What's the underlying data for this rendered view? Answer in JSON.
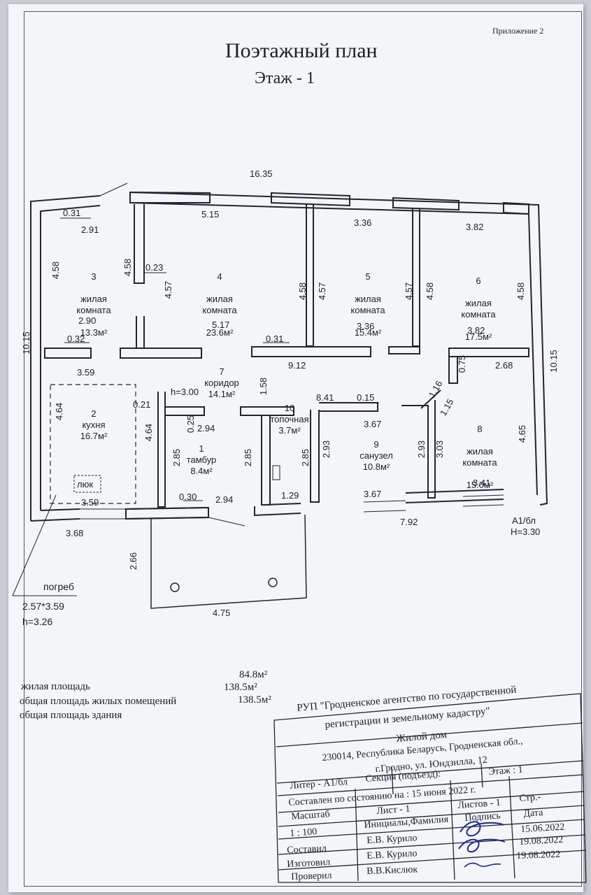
{
  "header": {
    "appendix": "Приложение 2",
    "title": "Поэтажный план",
    "floor": "Этаж  - 1"
  },
  "dimensions": {
    "overall_width": "16.35",
    "overall_height_left": "10.15",
    "overall_height_right": "10.15",
    "d_031_a": "0.31",
    "d_291": "2.91",
    "d_515": "5.15",
    "d_336_top": "3.36",
    "d_382_top": "3.82",
    "d_458_r3": "4.58",
    "d_458_r4a": "4.58",
    "d_023": "0.23",
    "d_457_r4": "4.57",
    "d_458_r4b": "4.58",
    "d_457_r5": "4.57",
    "d_457_r6": "4.57",
    "d_458_r6": "4.58",
    "d_458_right": "4.58",
    "d_290": "2.90",
    "d_517": "5.17",
    "d_336_bot": "3.36",
    "d_382_bot": "3.82",
    "d_032": "0.32",
    "d_031_b": "0.31",
    "d_912": "9.12",
    "d_075": "0.75",
    "d_268": "2.68",
    "d_359_top": "3.59",
    "d_h300": "h=3.00",
    "d_158": "1.58",
    "d_116": "1.16",
    "d_115": "1.15",
    "d_464_a": "4.64",
    "d_021": "0.21",
    "d_464_b": "4.64",
    "d_025": "0.25",
    "d_294_a": "2.94",
    "d_841": "8.41",
    "d_015": "0.15",
    "d_367_top": "3.67",
    "d_285_a": "2.85",
    "d_285_b": "2.85",
    "d_285_c": "2.85",
    "d_293_a": "2.93",
    "d_293_b": "2.93",
    "d_303": "3.03",
    "d_465": "4.65",
    "d_341": "3.41",
    "d_359_bot": "3.59",
    "d_030": "0.30",
    "d_294_b": "2.94",
    "d_129": "1.29",
    "d_367_bot": "3.67",
    "d_368": "3.68",
    "d_792": "7.92",
    "d_266": "2.66",
    "d_475": "4.75",
    "litera": "А1/бл",
    "height": "H=3.30"
  },
  "rooms": [
    {
      "num": "1",
      "name": "тамбур",
      "area": "8.4м²"
    },
    {
      "num": "2",
      "name": "кухня",
      "area": "16.7м²"
    },
    {
      "num": "3",
      "name": "жилая\nкомната",
      "area": "13.3м²"
    },
    {
      "num": "4",
      "name": "жилая\nкомната",
      "area": "23.6м²"
    },
    {
      "num": "5",
      "name": "жилая\nкомната",
      "area": "15.4м²"
    },
    {
      "num": "6",
      "name": "жилая\nкомната",
      "area": "17.5м²"
    },
    {
      "num": "7",
      "name": "коридор",
      "area": "14.1м²"
    },
    {
      "num": "8",
      "name": "жилая\nкомната",
      "area": "15.0м²"
    },
    {
      "num": "9",
      "name": "санузел",
      "area": "10.8м²"
    },
    {
      "num": "10",
      "name": "топочная",
      "area": "3.7м²"
    }
  ],
  "hatch_label": "люк",
  "cellar": {
    "label": "погреб",
    "size": "2.57*3.59",
    "height": "h=3.26"
  },
  "summary": [
    {
      "label": "жилая площадь",
      "value": "84.8м²"
    },
    {
      "label": "общая площадь жилых помещений",
      "value": "138.5м²"
    },
    {
      "label": "общая площадь здания",
      "value": "138.5м²"
    }
  ],
  "stamp": {
    "org_line1": "РУП \"Гродненское агентство по государственной",
    "org_line2": "регистрации  и земельному кадастру\"",
    "object": "Жилой дом",
    "addr1": "230014, Республика Беларусь, Гродненская обл.,",
    "addr2": "г.Гродно, ул. Юндзилла, 12",
    "litera": "Литер - А1/бл",
    "section": "Секция (подъезд):",
    "floor": "Этаж : 1",
    "state": "Составлен по состоянию на : 15 июня 2022 г.",
    "scale_h": "Масштаб",
    "sheet_h": "Лист - 1",
    "sheets_h": "Листов - 1",
    "page_h": "Стр.-",
    "scale": "1 : 100",
    "names_h": "Инициалы,Фамилия",
    "sign_h": "Подпись",
    "date_h": "Дата",
    "row1_role": "Составил",
    "row1_name": "Е.В. Курило",
    "row1_date": "15.06.2022",
    "row2_role": "Изготовил",
    "row2_name": "Е.В. Курило",
    "row2_date": "19.08.2022",
    "row3_role": "Проверил",
    "row3_name": "В.В.Кислюк",
    "row3_date": "19.08.2022"
  }
}
